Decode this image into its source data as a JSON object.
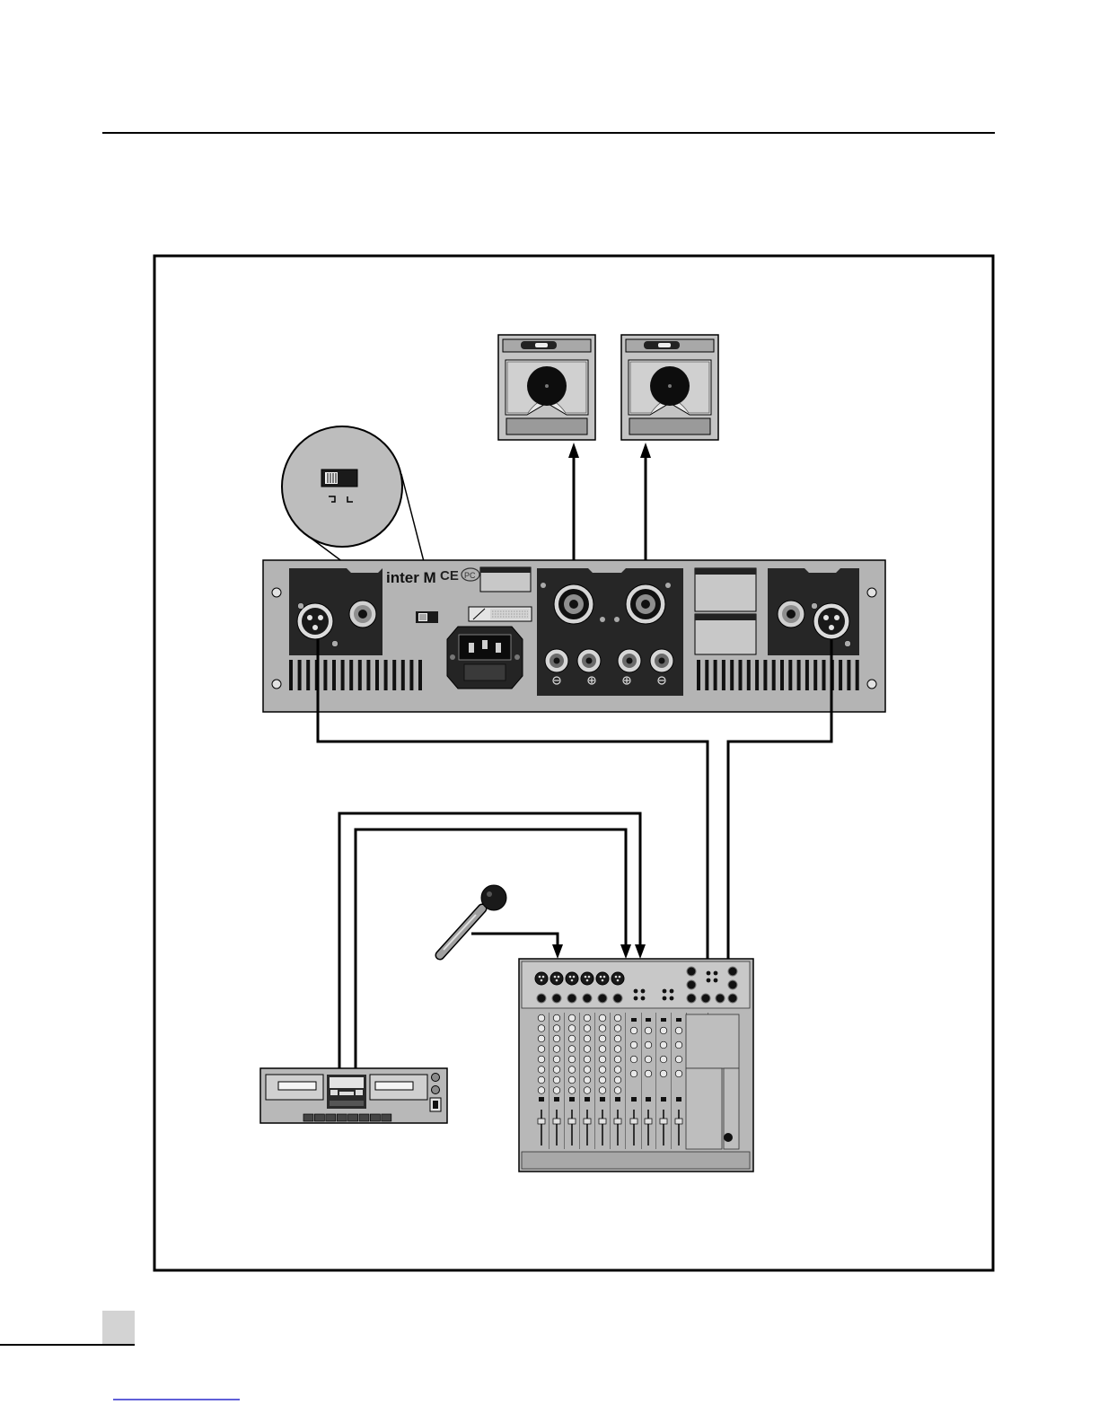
{
  "amplifier": {
    "brand_logo": "inter M",
    "ce_mark": "CE",
    "pc_mark": "PC"
  },
  "colors": {
    "panel_gray": "#b4b4b4",
    "dark_panel": "#2a2a2a",
    "cable": "#000000",
    "page_tab": "#d3d3d3",
    "link_line": "#2b2bcc"
  }
}
